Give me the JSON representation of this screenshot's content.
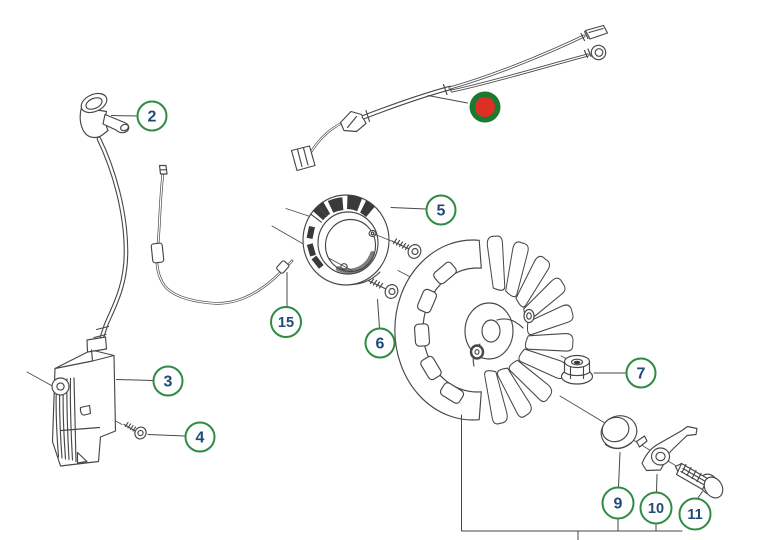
{
  "diagram": {
    "type": "exploded-parts-diagram",
    "background_color": "#ffffff",
    "line_color": "#474747",
    "dark_fill": "#3a3a3a",
    "callout": {
      "ring_color": "#2f8a44",
      "number_color": "#1f4a78",
      "fill": "#ffffff"
    },
    "highlight_marker": {
      "outer_color": "#1b7a30",
      "inner_color": "#dc2f26"
    },
    "callouts": [
      {
        "label": "2"
      },
      {
        "label": "3"
      },
      {
        "label": "4"
      },
      {
        "label": "5"
      },
      {
        "label": "6"
      },
      {
        "label": "7"
      },
      {
        "label": "9"
      },
      {
        "label": "10"
      },
      {
        "label": "11"
      },
      {
        "label": "15"
      }
    ]
  }
}
